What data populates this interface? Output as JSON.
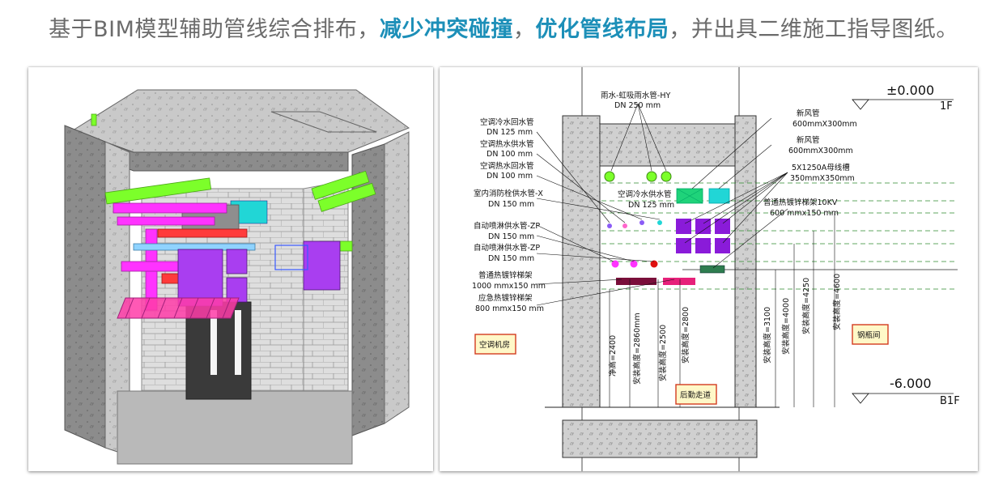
{
  "headline": {
    "part1": "基于BIM模型辅助管线综合排布，",
    "hl1": "减少冲突碰撞",
    "sep": "，",
    "hl2": "优化管线布局",
    "part3": "，并出具二维施工指导图纸。"
  },
  "colors": {
    "headline_text": "#6b6b6b",
    "highlight": "#1c8fb8",
    "pipe_green": "#7cff2a",
    "pipe_magenta": "#ff33ff",
    "duct_purple": "#8a2be2",
    "duct_teal": "#21d6d6",
    "tray_red": "#c2185b"
  },
  "section": {
    "levels": {
      "top": {
        "value": "±0.000",
        "floor": "1F"
      },
      "bottom": {
        "value": "-6.000",
        "floor": "B1F"
      }
    },
    "labels": [
      "雨水-虹吸雨水管-HY",
      "DN 250 mm",
      "空调冷水回水管",
      "DN 125 mm",
      "空调热水供水管",
      "DN 100 mm",
      "空调热水回水管",
      "DN 100 mm",
      "室内消防栓供水管-X",
      "DN 150 mm",
      "自动喷淋供水管-ZP",
      "DN 150 mm",
      "自动喷淋供水管-ZP",
      "DN 150 mm",
      "普通热镀锌梯架",
      "1000 mmx150 mm",
      "应急热镀锌梯架",
      "800 mmx150 mm",
      "空调冷水供水管",
      "DN 125 mm",
      "新风管",
      "600mmX300mm",
      "新风管",
      "600mmX300mm",
      "5X1250A母线槽",
      "350mmX350mm",
      "普通热镀锌梯架10KV",
      "600 mmx150 mm"
    ],
    "dims": [
      "净高=2400",
      "安装高度=2860mm",
      "安装高度=2500",
      "安装高度=2800",
      "安装高度=3100",
      "安装高度=4000",
      "安装高度=4250",
      "安装高度=4600"
    ],
    "rooms": [
      "空调机房",
      "后勤走道",
      "钢瓶间"
    ]
  }
}
